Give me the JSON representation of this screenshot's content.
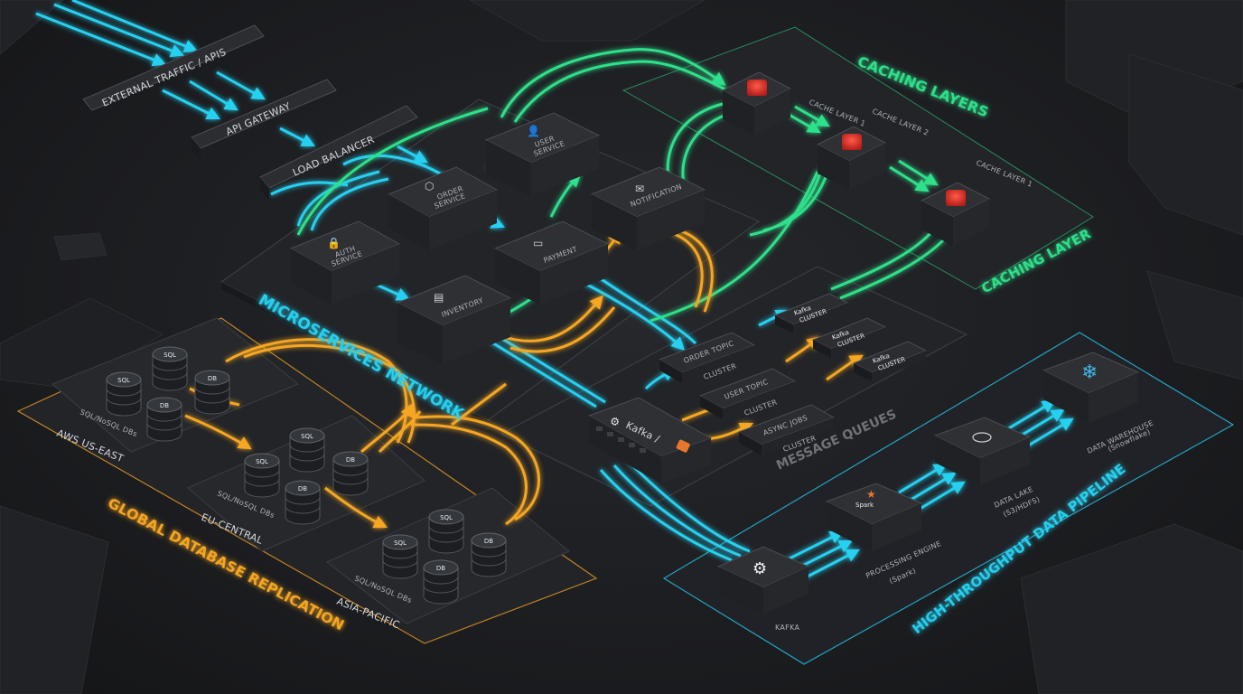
{
  "colors": {
    "cyan": "#26d0f0",
    "green": "#2fe08a",
    "orange": "#f5a623",
    "redis": "#d8342d",
    "snowflake": "#3fb6e8",
    "spark": "#e8772c",
    "bg": "#1c1d20"
  },
  "traffic": {
    "external": "EXTERNAL TRAFFIC / APIS",
    "gateway": "API GATEWAY",
    "balancer": "LOAD BALANCER"
  },
  "services": {
    "auth": [
      "AUTH",
      "SERVICE"
    ],
    "order": [
      "ORDER",
      "SERVICE"
    ],
    "user": [
      "USER",
      "SERVICE"
    ],
    "payment": "PAYMENT",
    "notification": "NOTIFICATION",
    "inventory": "INVENTORY"
  },
  "microservices_title": "MICROSERVICES NETWORK",
  "caching": {
    "title_top": "CACHING LAYERS",
    "title_bottom": "CACHING LAYER",
    "nodes": [
      "CACHE LAYER 1",
      "CACHE LAYER 2",
      "CACHE LAYER 1"
    ]
  },
  "queues": {
    "title": "MESSAGE QUEUES",
    "broker": "Kafka /",
    "broker_icon": "rabbitmq-icon",
    "topics": [
      {
        "name": "ORDER TOPIC",
        "tag": "CLUSTER"
      },
      {
        "name": "USER TOPIC",
        "tag": "CLUSTER"
      },
      {
        "name": "ASYNC JOBS",
        "tag": "CLUSTER"
      }
    ],
    "clusters": [
      {
        "line1": "Kafka",
        "line2": "CLUSTER"
      },
      {
        "line1": "Kafka",
        "line2": "CLUSTER"
      },
      {
        "line1": "Kafka",
        "line2": "CLUSTER"
      }
    ]
  },
  "pipeline": {
    "title": "HIGH-THROUGHPUT DATA PIPELINE",
    "kafka": "KAFKA",
    "spark_logo": "Spark",
    "engine": [
      "PROCESSING ENGINE",
      "(Spark)"
    ],
    "lake": [
      "DATA LAKE",
      "(S3/HDFS)"
    ],
    "warehouse": [
      "DATA WAREHOUSE",
      "(Snowflake)"
    ]
  },
  "database": {
    "title": "GLOBAL DATABASE REPLICATION",
    "regions": [
      {
        "type": "SQL/NoSQL DBs",
        "name": "AWS US-EAST"
      },
      {
        "type": "SQL/NoSQL DBs",
        "name": "EU-CENTRAL"
      },
      {
        "type": "SQL/NoSQL DBs",
        "name": "ASIA-PACIFIC"
      }
    ],
    "db_sql": "SQL",
    "db_db": "DB"
  }
}
